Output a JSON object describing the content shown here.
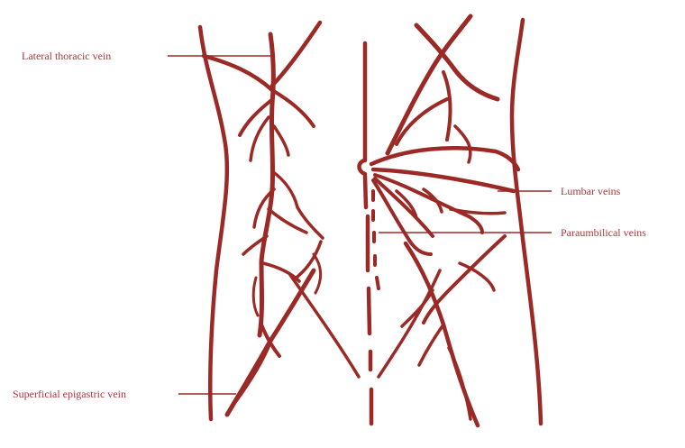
{
  "colors": {
    "vein": "#9b2a26",
    "label_text": "#b0353a",
    "background": "#ffffff"
  },
  "labels": {
    "lateral_thoracic": "Lateral  thoracic vein",
    "lumbar": "Lumbar veins",
    "paraumbilical": "Paraumbilical veins",
    "superficial_epigastric": "Superficial epigastric vein"
  }
}
